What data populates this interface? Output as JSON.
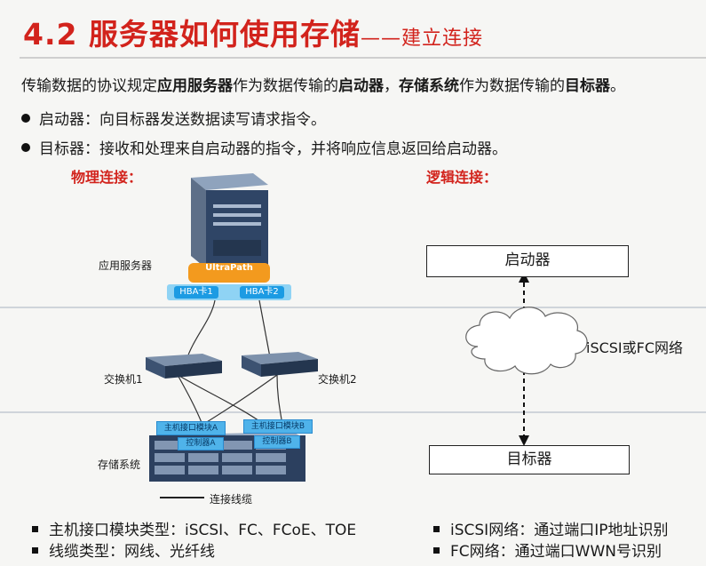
{
  "title": {
    "main": "4.2 服务器如何使用存储",
    "sub": "——建立连接"
  },
  "intro": {
    "p1": "传输数据的协议规定",
    "b1": "应用服务器",
    "p2": "作为数据传输的",
    "b2": "启动器",
    "p3": "，",
    "b3": "存储系统",
    "p4": "作为数据传输的",
    "b4": "目标器",
    "p5": "。"
  },
  "bullets": [
    "启动器：向目标器发送数据读写请求指令。",
    "目标器：接收和处理来自启动器的指令，并将响应信息返回给启动器。"
  ],
  "physical": {
    "heading": "物理连接：",
    "server_label": "应用服务器",
    "ultrapath": "UltraPath",
    "hba1": "HBA卡1",
    "hba2": "HBA卡2",
    "switch1": "交换机1",
    "switch2": "交换机2",
    "module_a": "主机接口模块A",
    "module_b": "主机接口模块B",
    "controller_a": "控制器A",
    "controller_b": "控制器B",
    "storage_label": "存储系统",
    "cable_label": "连接线缆"
  },
  "logical": {
    "heading": "逻辑连接：",
    "initiator": "启动器",
    "network": "iSCSI或FC网络",
    "target": "目标器"
  },
  "footer": {
    "left": [
      "主机接口模块类型：iSCSI、FC、FCoE、TOE",
      "线缆类型：网线、光纤线"
    ],
    "right": [
      "iSCSI网络：通过端口IP地址识别",
      "FC网络：通过端口WWN号识别"
    ]
  },
  "colors": {
    "accent_red": "#d2231c",
    "hba_blue": "#1c9be3",
    "ultrapath_orange": "#f39a1e"
  }
}
